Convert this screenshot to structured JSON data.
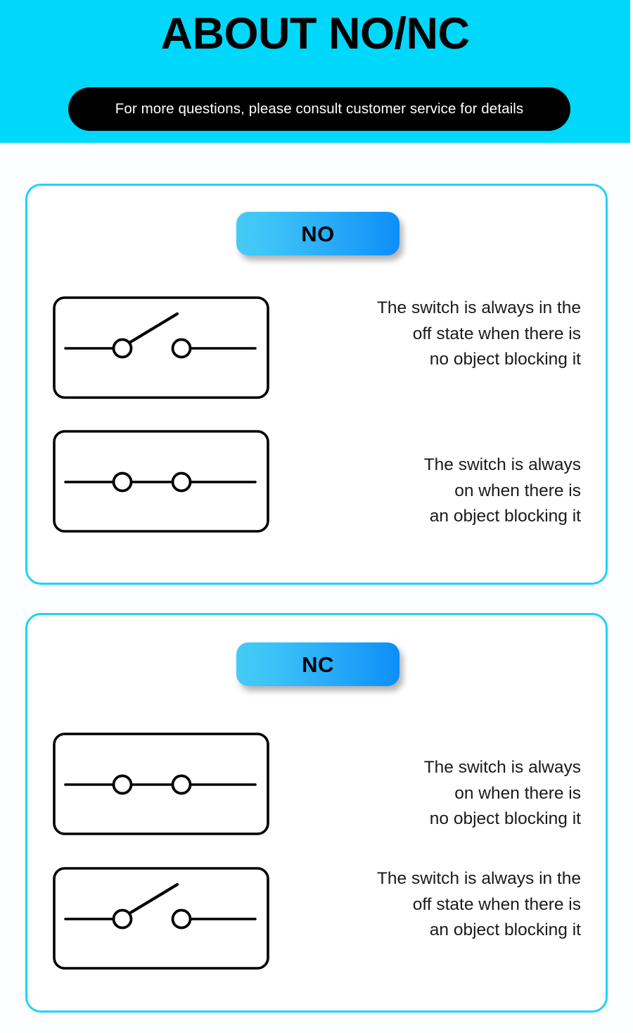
{
  "header": {
    "title": "ABOUT NO/NC",
    "subtitle": "For more questions, please consult customer service for details",
    "band_color": "#00d8fb",
    "pill_bg": "#000000",
    "pill_text_color": "#ffffff"
  },
  "theme": {
    "card_border": "#1fd2fa",
    "badge_gradient_start": "#46cbf6",
    "badge_gradient_end": "#0d8ef7",
    "page_bg": "#ffffff",
    "text_color": "#1a1a1a",
    "diagram_stroke": "#000000"
  },
  "cards": [
    {
      "badge_label": "NO",
      "rows": [
        {
          "diagram": "switch-open-icon",
          "caption_lines": [
            "The switch is always in the",
            "off state when there is",
            "no object blocking it"
          ]
        },
        {
          "diagram": "switch-closed-icon",
          "caption_lines": [
            "The switch is always",
            "on when there is",
            "an object blocking it"
          ]
        }
      ]
    },
    {
      "badge_label": "NC",
      "rows": [
        {
          "diagram": "switch-closed-icon",
          "caption_lines": [
            "The switch is always",
            "on when there is",
            "no object blocking it"
          ]
        },
        {
          "diagram": "switch-open-icon",
          "caption_lines": [
            "The switch is always in the",
            "off state when there is",
            "an object blocking it"
          ]
        }
      ]
    }
  ]
}
